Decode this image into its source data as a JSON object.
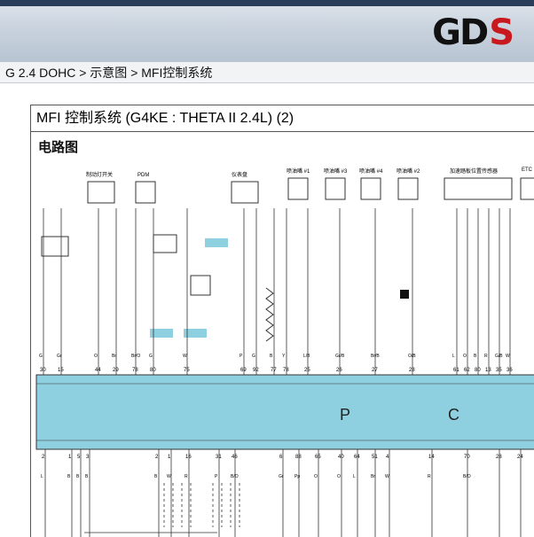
{
  "header": {
    "logo_main": "GD",
    "logo_accent": "S"
  },
  "breadcrumb": "G 2.4 DOHC > 示意图 > MFI控制系统",
  "document": {
    "title": "MFI 控制系统 (G4KE : THETA II 2.4L) (2)",
    "section": "电路图",
    "ecm_letters": [
      "P",
      "C"
    ],
    "top_components": [
      "制动灯开关",
      "PDM",
      "仪表盘",
      "喷油嘴 #1",
      "喷油嘴 #3",
      "喷油嘴 #4",
      "喷油嘴 #2",
      "加速踏板位置传感器",
      "ETC"
    ],
    "top_pins": [
      "30",
      "15",
      "44",
      "29",
      "78",
      "80",
      "75",
      "69",
      "92",
      "77",
      "78",
      "25",
      "26",
      "27",
      "28",
      "61",
      "62",
      "80",
      "13",
      "35",
      "36"
    ],
    "bottom_pins": [
      "2",
      "1",
      "5",
      "3",
      "2",
      "1",
      "16",
      "31",
      "46",
      "6",
      "88",
      "65",
      "40",
      "64",
      "51",
      "4",
      "14",
      "70",
      "28",
      "24"
    ],
    "wire_colors_top": [
      "G",
      "Gr",
      "O",
      "Br",
      "Br/O",
      "G",
      "W",
      "P",
      "G",
      "B",
      "Y",
      "L/B",
      "Gr/B",
      "Br/B",
      "O/B",
      "L",
      "O",
      "B",
      "R",
      "G/B",
      "W"
    ],
    "wire_colors_bottom": [
      "L",
      "B",
      "B",
      "B",
      "B",
      "W",
      "R",
      "P",
      "B/O",
      "Gr",
      "Pp",
      "O",
      "O",
      "L",
      "Br",
      "W",
      "R",
      "B/O"
    ]
  },
  "colors": {
    "ecm_fill": "#8fd0e0",
    "logo_red": "#c8191e",
    "banner_dark": "#2a3e5a"
  }
}
